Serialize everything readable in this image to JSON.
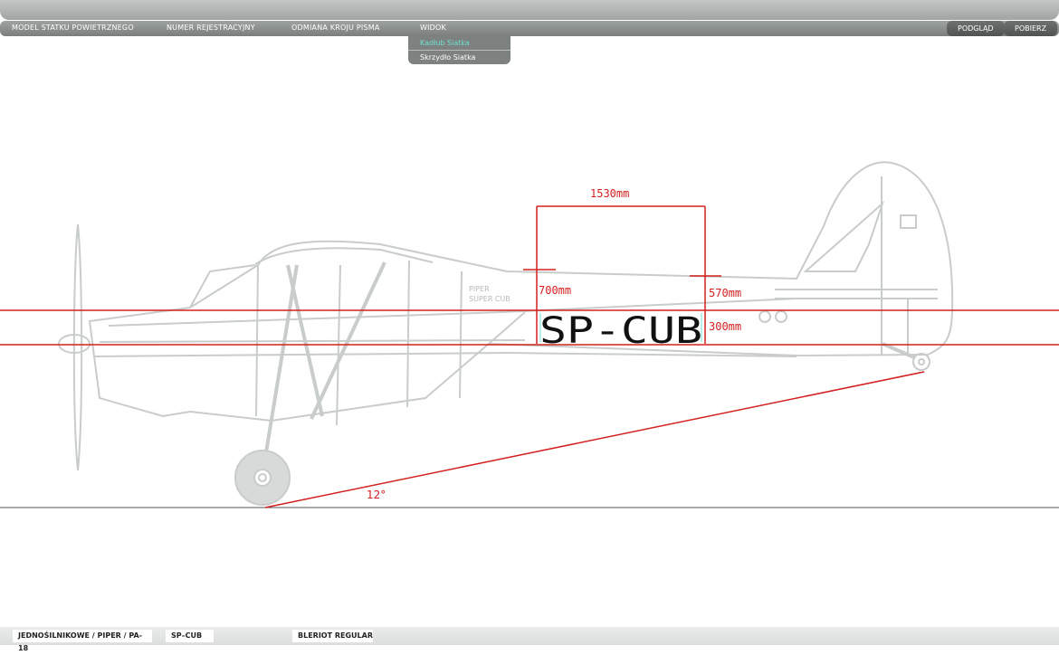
{
  "menu": {
    "items": [
      {
        "label": "MODEL STATKU POWIETRZNEGO"
      },
      {
        "label": "NUMER REJESTRACYJNY"
      },
      {
        "label": "ODMIANA KROJU PISMA"
      },
      {
        "label": "WIDOK"
      }
    ],
    "preview_label": "PODGLĄD",
    "download_label": "POBIERZ"
  },
  "dropdown": {
    "items": [
      {
        "label": "Kadłub Siatka",
        "active": true
      },
      {
        "label": "Skrzydło Siatka",
        "active": false
      }
    ]
  },
  "drawing": {
    "registration": "SP-CUB",
    "placard_top": "PIPER",
    "placard_bottom": "SUPER CUB",
    "dim_width": "1530mm",
    "dim_left": "700mm",
    "dim_right": "570mm",
    "dim_height": "300mm",
    "angle": "12°",
    "accent_color": "#d42020",
    "outline_color": "#c8ccca"
  },
  "footer": {
    "model": "JEDNOŚILNIKOWE / PIPER / PA-18",
    "registration": "SP–CUB",
    "font": "BLERIOT REGULAR"
  }
}
